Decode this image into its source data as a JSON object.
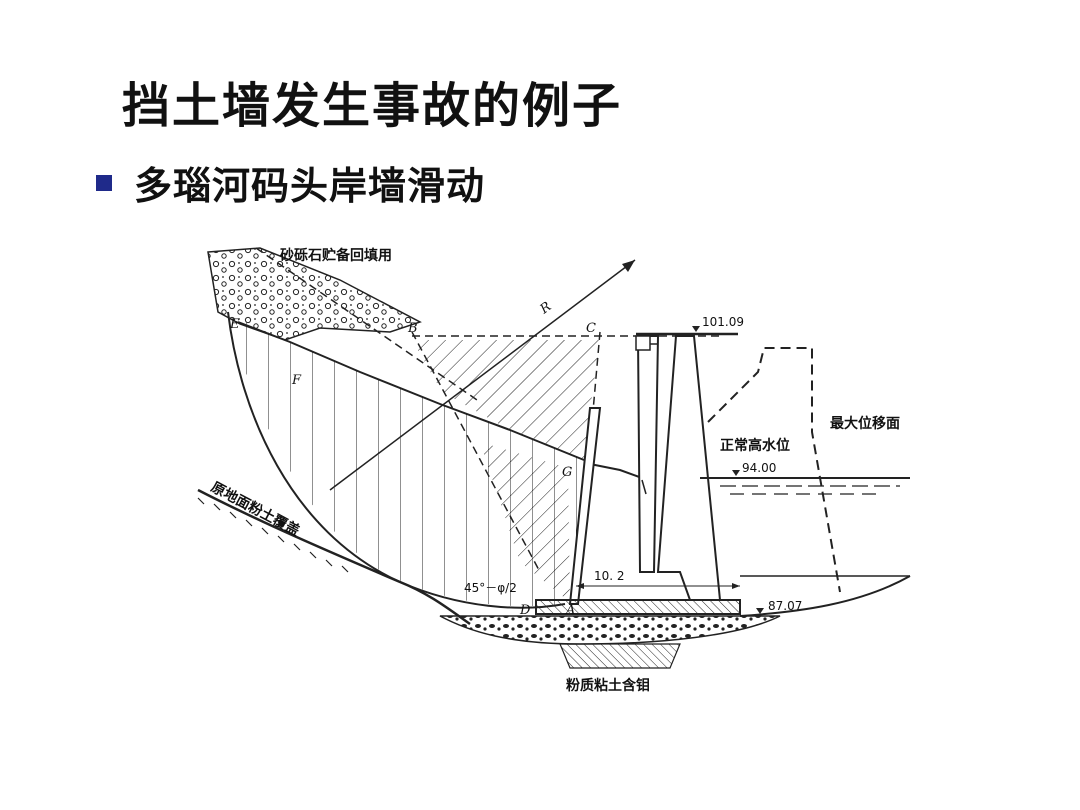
{
  "slide": {
    "title": "挡土墙发生事故的例子",
    "bullet": "多瑙河码头岸墙滑动"
  },
  "diagram": {
    "labels": {
      "gravel": "砂砾石贮备回填用",
      "ground": "原地面粉土覆盖",
      "normal_water": "正常高水位",
      "max_displacement": "最大位移面",
      "silty_clay": "粉质粘土含钼",
      "angle": "45°－φ/2",
      "width": "10. 2"
    },
    "elevations": {
      "top": "101.09",
      "water": "94.00",
      "base": "87.07"
    },
    "points": {
      "A": "A",
      "B": "B",
      "C": "C",
      "D": "D",
      "E": "E",
      "F": "F",
      "G": "G",
      "R": "R"
    }
  }
}
